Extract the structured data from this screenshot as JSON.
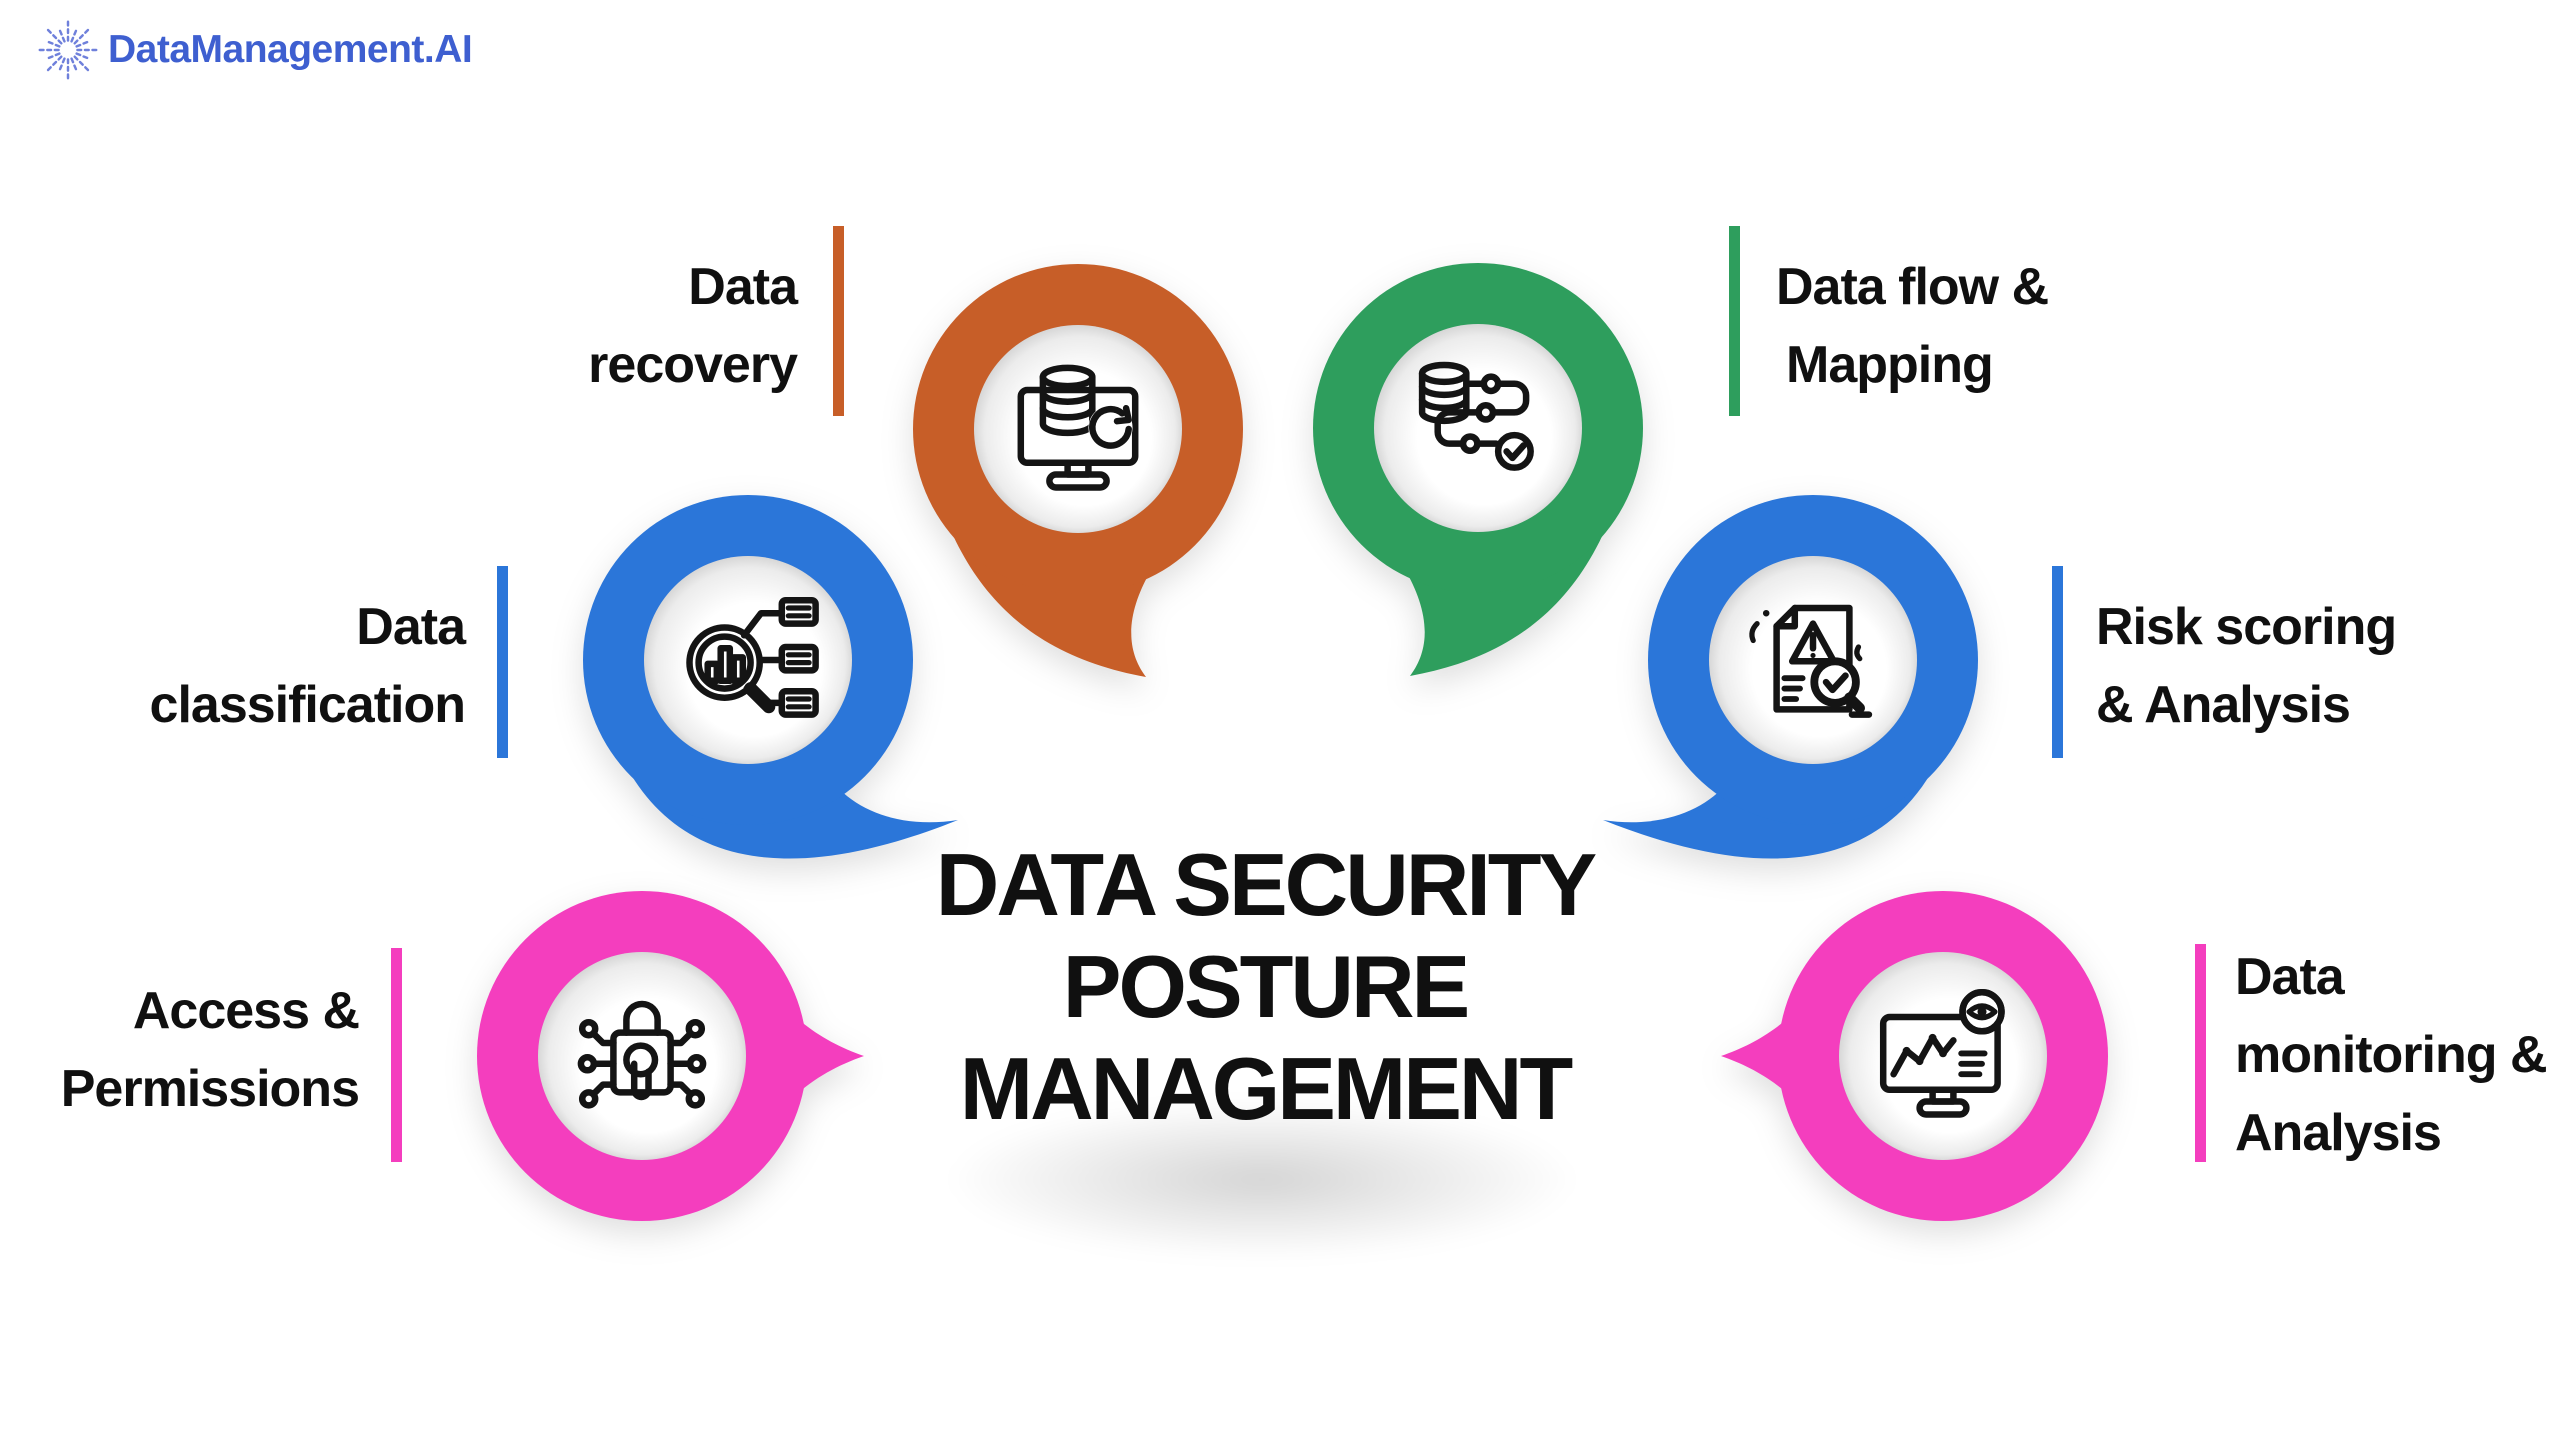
{
  "logo": {
    "brand": "DataManagement.AI",
    "icon": "starburst-icon",
    "text_color": "#3E5FD0",
    "ray_color": "#6F80DB"
  },
  "title": {
    "lines": [
      "DATA SECURITY",
      "POSTURE",
      "MANAGEMENT"
    ],
    "color": "#101010"
  },
  "colors": {
    "orange": "#C75E28",
    "green": "#2E9E5D",
    "blue": "#2B76D9",
    "pink": "#F43EBE",
    "label_color": "#101010",
    "icon_stroke": "#141414"
  },
  "bubbles": [
    {
      "id": "data-recovery",
      "label_lines": [
        "Data",
        "recovery"
      ],
      "color": "#C75E28",
      "icon": "database-restore-icon",
      "label_side": "left"
    },
    {
      "id": "data-flow-mapping",
      "label_lines": [
        "Data flow &",
        "Mapping"
      ],
      "color": "#2E9E5D",
      "icon": "database-flow-icon",
      "label_side": "right"
    },
    {
      "id": "data-classification",
      "label_lines": [
        "Data",
        "classification"
      ],
      "color": "#2B76D9",
      "icon": "magnifier-chart-icon",
      "label_side": "left"
    },
    {
      "id": "risk-scoring-analysis",
      "label_lines": [
        "Risk scoring",
        "& Analysis"
      ],
      "color": "#2B76D9",
      "icon": "risk-document-icon",
      "label_side": "right"
    },
    {
      "id": "access-permissions",
      "label_lines": [
        "Access &",
        "Permissions"
      ],
      "color": "#F43EBE",
      "icon": "lock-touch-icon",
      "label_side": "left"
    },
    {
      "id": "data-monitoring-analysis",
      "label_lines": [
        "Data",
        "monitoring &",
        "Analysis"
      ],
      "color": "#F43EBE",
      "icon": "monitor-eye-icon",
      "label_side": "right"
    }
  ]
}
